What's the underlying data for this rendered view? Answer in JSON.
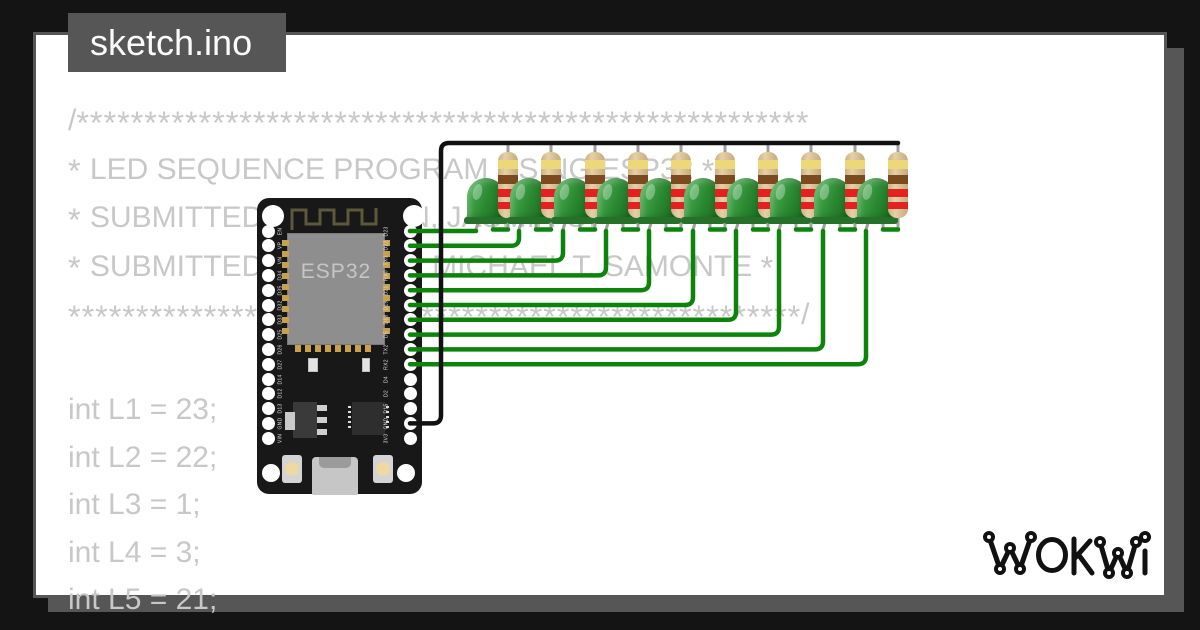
{
  "window": {
    "title": "sketch.ino"
  },
  "brand": {
    "logo_text": "WOKWI"
  },
  "code": {
    "lines": [
      "/******************************************************",
      "* LED SEQUENCE PROGRAM USING ESP32 *",
      "* SUBMITTED BY: JULIAN, JASMIN O. *",
      "* SUBMITTED TO: ENGR. MICHAEL T. SAMONTE *",
      "******************************************************/",
      "",
      "int L1 = 23;",
      "int L2 = 22;",
      "int L3 = 1;",
      "int L4 = 3;",
      "int L5 = 21;"
    ]
  },
  "board": {
    "chip_label": "ESP32",
    "left_pins": [
      "EN",
      "VP",
      "VN",
      "D34",
      "D35",
      "D32",
      "D33",
      "D25",
      "D26",
      "D27",
      "D14",
      "D12",
      "D13",
      "GND",
      "VIN"
    ],
    "right_pins": [
      "D23",
      "D22",
      "TX0",
      "RX0",
      "D21",
      "D19",
      "D18",
      "D5",
      "TX2",
      "RX2",
      "D4",
      "D2",
      "D15",
      "GND",
      "3V3"
    ]
  },
  "circuit": {
    "led_count": 10,
    "led_color": "green",
    "resistor_count": 10,
    "resistor_band_colors": [
      "#ecd879",
      "#7c4a1f",
      "#e42020",
      "#e42020"
    ],
    "gpio_wired_pins": [
      "D23",
      "D22",
      "TX0",
      "RX0",
      "D21",
      "D19",
      "D18",
      "D5",
      "TX2",
      "RX2"
    ],
    "ground_pin": "GND",
    "wire_color_signal": "#0c840c",
    "wire_color_ground": "#111111"
  },
  "colors": {
    "frame_background": "#141414",
    "frame_gray": "#565656",
    "canvas": "#ffffff",
    "code_text": "#c8c8c8"
  }
}
